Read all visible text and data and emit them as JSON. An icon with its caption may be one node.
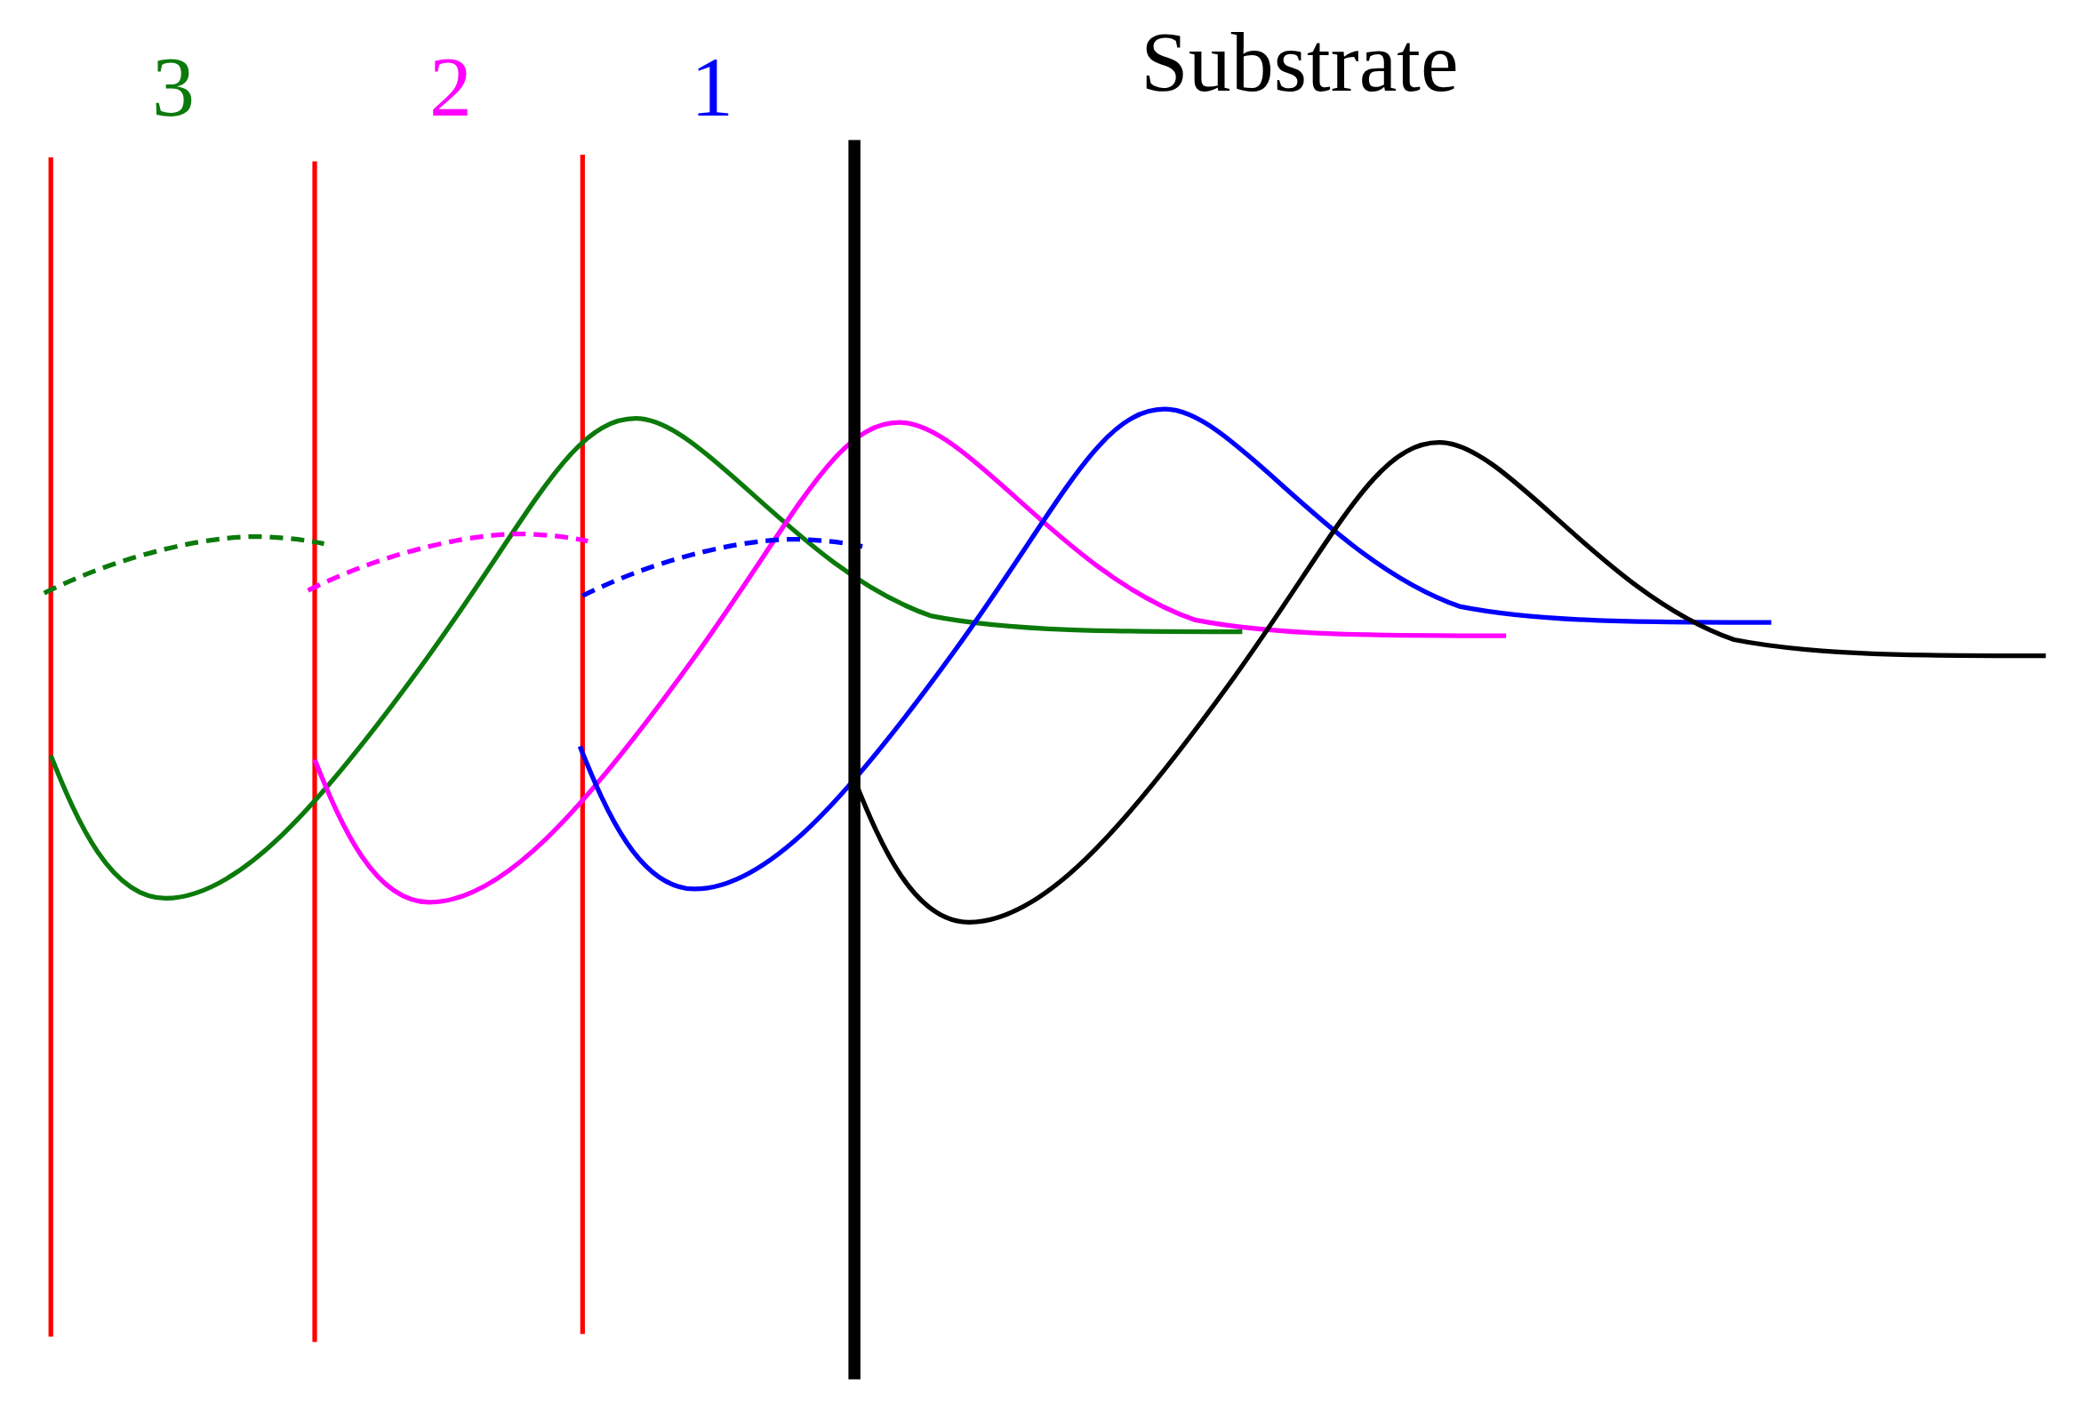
{
  "diagram": {
    "labels": [
      "3",
      "2",
      "1",
      "Substrate"
    ]
  }
}
